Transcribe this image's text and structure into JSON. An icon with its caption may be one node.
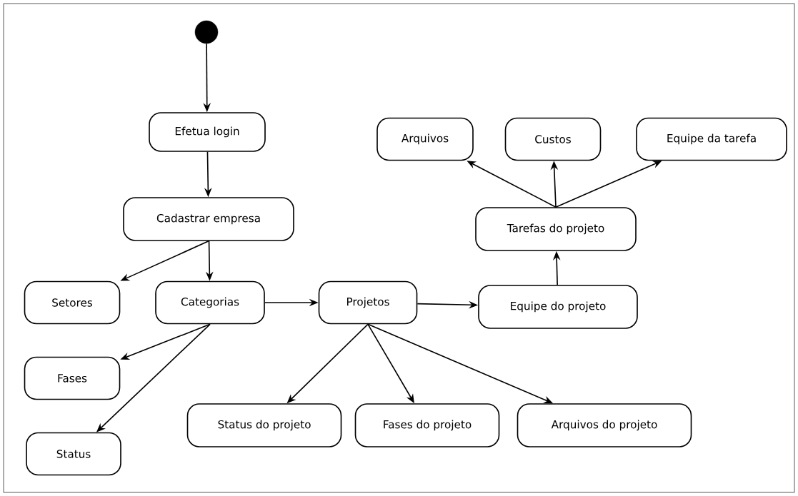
{
  "diagram": {
    "nodes": [
      {
        "text": [],
        "shape": "circle"
      },
      {
        "text": [
          "Efetua login"
        ]
      },
      {
        "text": [
          "Cadastrar empresa"
        ]
      },
      {
        "text": [
          "Setores"
        ]
      },
      {
        "text": [
          "Categorias"
        ]
      },
      {
        "text": [
          "Projetos"
        ]
      },
      {
        "text": [
          "Equipe do projeto"
        ]
      },
      {
        "text": [
          "Tarefas do projeto"
        ]
      },
      {
        "text": [
          "Arquivos"
        ]
      },
      {
        "text": [
          "Custos"
        ]
      },
      {
        "text": [
          "Equipe da tarefa"
        ]
      },
      {
        "text": [
          "Fases"
        ]
      },
      {
        "text": [
          "Status"
        ]
      },
      {
        "text": [
          "Status do projeto"
        ]
      },
      {
        "text": [
          "Fases do projeto"
        ]
      },
      {
        "text": [
          "Arquivos do projeto"
        ]
      }
    ],
    "edges": [
      {
        "from": 0,
        "to": 1,
        "arrow": "to"
      },
      {
        "from": 1,
        "to": 2,
        "arrow": "to"
      },
      {
        "from": 2,
        "to": 3,
        "arrow": "to"
      },
      {
        "from": 2,
        "to": 4,
        "arrow": "to"
      },
      {
        "from": 4,
        "to": 5,
        "arrow": "to"
      },
      {
        "from": 4,
        "to": 11,
        "arrow": "to"
      },
      {
        "from": 4,
        "to": 12,
        "arrow": "to"
      },
      {
        "from": 5,
        "to": 6,
        "arrow": "to"
      },
      {
        "from": 5,
        "to": 13,
        "arrow": "to"
      },
      {
        "from": 5,
        "to": 14,
        "arrow": "to"
      },
      {
        "from": 5,
        "to": 15,
        "arrow": "to"
      },
      {
        "from": 6,
        "to": 7,
        "arrow": "to"
      },
      {
        "from": 7,
        "to": 8,
        "arrow": "to"
      },
      {
        "from": 7,
        "to": 9,
        "arrow": "to"
      },
      {
        "from": 7,
        "to": 10,
        "arrow": "to"
      }
    ]
  }
}
